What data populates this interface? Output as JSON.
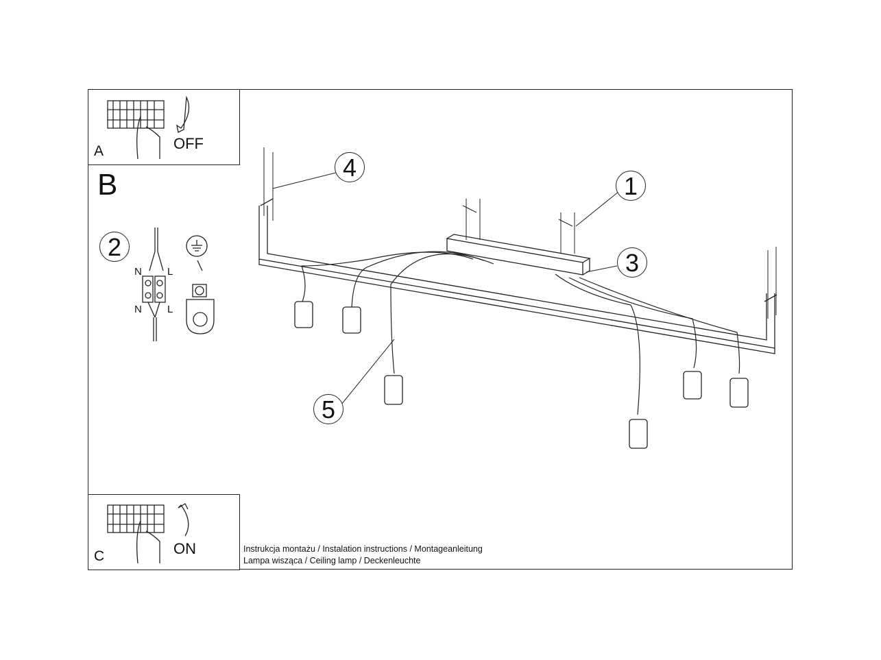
{
  "steps": {
    "a": {
      "letter": "A",
      "switch_label": "OFF"
    },
    "b": {
      "letter": "B"
    },
    "c": {
      "letter": "C",
      "switch_label": "ON"
    }
  },
  "wiring": {
    "callout": "2",
    "neutral": "N",
    "live": "L"
  },
  "callouts": [
    "1",
    "3",
    "4",
    "5"
  ],
  "footer": {
    "line1": "Instrukcja montażu / Instalation instructions / Montageanleitung",
    "line2": "Lampa wisząca / Ceiling lamp / Deckenleuchte"
  }
}
